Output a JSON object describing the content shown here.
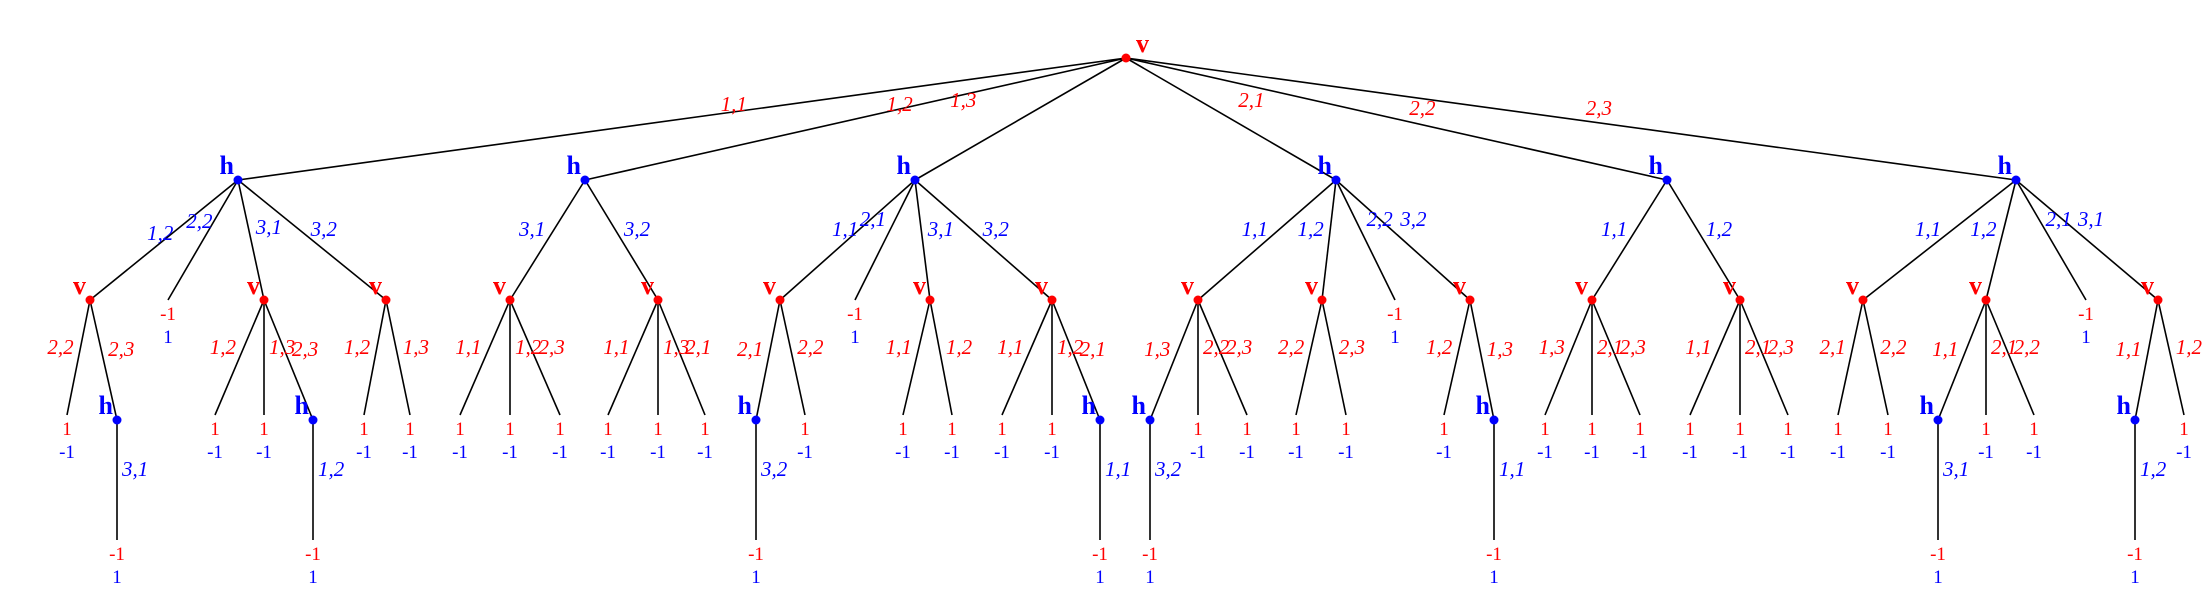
{
  "colors": {
    "v": "#ff0000",
    "h": "#0000ff",
    "edge": "#000000"
  },
  "nodes": [
    {
      "id": "root",
      "player": "v",
      "label": "v"
    },
    {
      "id": "A",
      "player": "h",
      "label": "h"
    },
    {
      "id": "A1",
      "player": "v",
      "label": "v"
    },
    {
      "id": "A1a",
      "pay": [
        "1",
        "-1"
      ]
    },
    {
      "id": "A1b",
      "player": "h",
      "label": "h"
    },
    {
      "id": "A1b1",
      "pay": [
        "-1",
        "1"
      ]
    },
    {
      "id": "A2",
      "pay": [
        "-1",
        "1"
      ]
    },
    {
      "id": "A3",
      "player": "v",
      "label": "v"
    },
    {
      "id": "A3a",
      "pay": [
        "1",
        "-1"
      ]
    },
    {
      "id": "A3b",
      "pay": [
        "1",
        "-1"
      ]
    },
    {
      "id": "A3c",
      "player": "h",
      "label": "h"
    },
    {
      "id": "A3c1",
      "pay": [
        "-1",
        "1"
      ]
    },
    {
      "id": "A4",
      "player": "v",
      "label": "v"
    },
    {
      "id": "A4a",
      "pay": [
        "1",
        "-1"
      ]
    },
    {
      "id": "A4b",
      "pay": [
        "1",
        "-1"
      ]
    },
    {
      "id": "B",
      "player": "h",
      "label": "h"
    },
    {
      "id": "B1",
      "player": "v",
      "label": "v"
    },
    {
      "id": "B1a",
      "pay": [
        "1",
        "-1"
      ]
    },
    {
      "id": "B1b",
      "pay": [
        "1",
        "-1"
      ]
    },
    {
      "id": "B1c",
      "pay": [
        "1",
        "-1"
      ]
    },
    {
      "id": "B2",
      "player": "v",
      "label": "v"
    },
    {
      "id": "B2a",
      "pay": [
        "1",
        "-1"
      ]
    },
    {
      "id": "B2b",
      "pay": [
        "1",
        "-1"
      ]
    },
    {
      "id": "B2c",
      "pay": [
        "1",
        "-1"
      ]
    },
    {
      "id": "C",
      "player": "h",
      "label": "h"
    },
    {
      "id": "C1",
      "player": "v",
      "label": "v"
    },
    {
      "id": "C1a",
      "player": "h",
      "label": "h"
    },
    {
      "id": "C1a1",
      "pay": [
        "-1",
        "1"
      ]
    },
    {
      "id": "C1b",
      "pay": [
        "1",
        "-1"
      ]
    },
    {
      "id": "C2",
      "pay": [
        "-1",
        "1"
      ]
    },
    {
      "id": "C3",
      "player": "v",
      "label": "v"
    },
    {
      "id": "C3a",
      "pay": [
        "1",
        "-1"
      ]
    },
    {
      "id": "C3b",
      "pay": [
        "1",
        "-1"
      ]
    },
    {
      "id": "C4",
      "player": "v",
      "label": "v"
    },
    {
      "id": "C4a",
      "pay": [
        "1",
        "-1"
      ]
    },
    {
      "id": "C4b",
      "pay": [
        "1",
        "-1"
      ]
    },
    {
      "id": "C4c",
      "player": "h",
      "label": "h"
    },
    {
      "id": "C4c1",
      "pay": [
        "-1",
        "1"
      ]
    },
    {
      "id": "D",
      "player": "h",
      "label": "h"
    },
    {
      "id": "D1",
      "player": "v",
      "label": "v"
    },
    {
      "id": "D1a",
      "player": "h",
      "label": "h"
    },
    {
      "id": "D1a1",
      "pay": [
        "-1",
        "1"
      ]
    },
    {
      "id": "D1b",
      "pay": [
        "1",
        "-1"
      ]
    },
    {
      "id": "D1c",
      "pay": [
        "1",
        "-1"
      ]
    },
    {
      "id": "D2",
      "player": "v",
      "label": "v"
    },
    {
      "id": "D2a",
      "pay": [
        "1",
        "-1"
      ]
    },
    {
      "id": "D2b",
      "pay": [
        "1",
        "-1"
      ]
    },
    {
      "id": "D3",
      "pay": [
        "-1",
        "1"
      ]
    },
    {
      "id": "D4",
      "player": "v",
      "label": "v"
    },
    {
      "id": "D4a",
      "pay": [
        "1",
        "-1"
      ]
    },
    {
      "id": "D4b",
      "player": "h",
      "label": "h"
    },
    {
      "id": "D4b1",
      "pay": [
        "-1",
        "1"
      ]
    },
    {
      "id": "E",
      "player": "h",
      "label": "h"
    },
    {
      "id": "E1",
      "player": "v",
      "label": "v"
    },
    {
      "id": "E1a",
      "pay": [
        "1",
        "-1"
      ]
    },
    {
      "id": "E1b",
      "pay": [
        "1",
        "-1"
      ]
    },
    {
      "id": "E1c",
      "pay": [
        "1",
        "-1"
      ]
    },
    {
      "id": "E2",
      "player": "v",
      "label": "v"
    },
    {
      "id": "E2a",
      "pay": [
        "1",
        "-1"
      ]
    },
    {
      "id": "E2b",
      "pay": [
        "1",
        "-1"
      ]
    },
    {
      "id": "E2c",
      "pay": [
        "1",
        "-1"
      ]
    },
    {
      "id": "F",
      "player": "h",
      "label": "h"
    },
    {
      "id": "F1",
      "player": "v",
      "label": "v"
    },
    {
      "id": "F1a",
      "pay": [
        "1",
        "-1"
      ]
    },
    {
      "id": "F1b",
      "pay": [
        "1",
        "-1"
      ]
    },
    {
      "id": "F2",
      "player": "v",
      "label": "v"
    },
    {
      "id": "F2a",
      "player": "h",
      "label": "h"
    },
    {
      "id": "F2a1",
      "pay": [
        "-1",
        "1"
      ]
    },
    {
      "id": "F2b",
      "pay": [
        "1",
        "-1"
      ]
    },
    {
      "id": "F2c",
      "pay": [
        "1",
        "-1"
      ]
    },
    {
      "id": "F3",
      "pay": [
        "-1",
        "1"
      ]
    },
    {
      "id": "F4",
      "player": "v",
      "label": "v"
    },
    {
      "id": "F4a",
      "player": "h",
      "label": "h"
    },
    {
      "id": "F4a1",
      "pay": [
        "-1",
        "1"
      ]
    },
    {
      "id": "F4b",
      "pay": [
        "1",
        "-1"
      ]
    }
  ],
  "edges": [
    {
      "from": "root",
      "to": "A",
      "label": "1,1",
      "color": "v"
    },
    {
      "from": "root",
      "to": "B",
      "label": "1,2",
      "color": "v"
    },
    {
      "from": "root",
      "to": "C",
      "label": "1,3",
      "color": "v"
    },
    {
      "from": "root",
      "to": "D",
      "label": "2,1",
      "color": "v"
    },
    {
      "from": "root",
      "to": "E",
      "label": "2,2",
      "color": "v"
    },
    {
      "from": "root",
      "to": "F",
      "label": "2,3",
      "color": "v"
    },
    {
      "from": "A",
      "to": "A1",
      "label": "1,2",
      "color": "h"
    },
    {
      "from": "A",
      "to": "A2",
      "label": "2,2",
      "color": "h"
    },
    {
      "from": "A",
      "to": "A3",
      "label": "3,1",
      "color": "h"
    },
    {
      "from": "A",
      "to": "A4",
      "label": "3,2",
      "color": "h"
    },
    {
      "from": "A1",
      "to": "A1a",
      "label": "2,2",
      "color": "v"
    },
    {
      "from": "A1",
      "to": "A1b",
      "label": "2,3",
      "color": "v"
    },
    {
      "from": "A1b",
      "to": "A1b1",
      "label": "3,1",
      "color": "h"
    },
    {
      "from": "A3",
      "to": "A3a",
      "label": "1,2",
      "color": "v"
    },
    {
      "from": "A3",
      "to": "A3b",
      "label": "1,3",
      "color": "v"
    },
    {
      "from": "A3",
      "to": "A3c",
      "label": "2,3",
      "color": "v"
    },
    {
      "from": "A3c",
      "to": "A3c1",
      "label": "1,2",
      "color": "h"
    },
    {
      "from": "A4",
      "to": "A4a",
      "label": "1,2",
      "color": "v"
    },
    {
      "from": "A4",
      "to": "A4b",
      "label": "1,3",
      "color": "v"
    },
    {
      "from": "B",
      "to": "B1",
      "label": "3,1",
      "color": "h"
    },
    {
      "from": "B",
      "to": "B2",
      "label": "3,2",
      "color": "h"
    },
    {
      "from": "B1",
      "to": "B1a",
      "label": "1,1",
      "color": "v"
    },
    {
      "from": "B1",
      "to": "B1b",
      "label": "1,2",
      "color": "v"
    },
    {
      "from": "B1",
      "to": "B1c",
      "label": "2,3",
      "color": "v"
    },
    {
      "from": "B2",
      "to": "B2a",
      "label": "1,1",
      "color": "v"
    },
    {
      "from": "B2",
      "to": "B2b",
      "label": "1,3",
      "color": "v"
    },
    {
      "from": "B2",
      "to": "B2c",
      "label": "2,1",
      "color": "v"
    },
    {
      "from": "C",
      "to": "C1",
      "label": "1,1",
      "color": "h"
    },
    {
      "from": "C",
      "to": "C2",
      "label": "2,1",
      "color": "h"
    },
    {
      "from": "C",
      "to": "C3",
      "label": "3,1",
      "color": "h"
    },
    {
      "from": "C",
      "to": "C4",
      "label": "3,2",
      "color": "h"
    },
    {
      "from": "C1",
      "to": "C1a",
      "label": "2,1",
      "color": "v"
    },
    {
      "from": "C1",
      "to": "C1b",
      "label": "2,2",
      "color": "v"
    },
    {
      "from": "C1a",
      "to": "C1a1",
      "label": "3,2",
      "color": "h"
    },
    {
      "from": "C3",
      "to": "C3a",
      "label": "1,1",
      "color": "v"
    },
    {
      "from": "C3",
      "to": "C3b",
      "label": "1,2",
      "color": "v"
    },
    {
      "from": "C4",
      "to": "C4a",
      "label": "1,1",
      "color": "v"
    },
    {
      "from": "C4",
      "to": "C4b",
      "label": "1,2",
      "color": "v"
    },
    {
      "from": "C4",
      "to": "C4c",
      "label": "2,1",
      "color": "v"
    },
    {
      "from": "C4c",
      "to": "C4c1",
      "label": "1,1",
      "color": "h"
    },
    {
      "from": "D",
      "to": "D1",
      "label": "1,1",
      "color": "h"
    },
    {
      "from": "D",
      "to": "D2",
      "label": "1,2",
      "color": "h"
    },
    {
      "from": "D",
      "to": "D3",
      "label": "2,2",
      "color": "h"
    },
    {
      "from": "D",
      "to": "D4",
      "label": "3,2",
      "color": "h"
    },
    {
      "from": "D1",
      "to": "D1a",
      "label": "1,3",
      "color": "v"
    },
    {
      "from": "D1",
      "to": "D1b",
      "label": "2,2",
      "color": "v"
    },
    {
      "from": "D1",
      "to": "D1c",
      "label": "2,3",
      "color": "v"
    },
    {
      "from": "D1a",
      "to": "D1a1",
      "label": "3,2",
      "color": "h"
    },
    {
      "from": "D2",
      "to": "D2a",
      "label": "2,2",
      "color": "v"
    },
    {
      "from": "D2",
      "to": "D2b",
      "label": "2,3",
      "color": "v"
    },
    {
      "from": "D4",
      "to": "D4a",
      "label": "1,2",
      "color": "v"
    },
    {
      "from": "D4",
      "to": "D4b",
      "label": "1,3",
      "color": "v"
    },
    {
      "from": "D4b",
      "to": "D4b1",
      "label": "1,1",
      "color": "h"
    },
    {
      "from": "E",
      "to": "E1",
      "label": "1,1",
      "color": "h"
    },
    {
      "from": "E",
      "to": "E2",
      "label": "1,2",
      "color": "h"
    },
    {
      "from": "E1",
      "to": "E1a",
      "label": "1,3",
      "color": "v"
    },
    {
      "from": "E1",
      "to": "E1b",
      "label": "2,1",
      "color": "v"
    },
    {
      "from": "E1",
      "to": "E1c",
      "label": "2,3",
      "color": "v"
    },
    {
      "from": "E2",
      "to": "E2a",
      "label": "1,1",
      "color": "v"
    },
    {
      "from": "E2",
      "to": "E2b",
      "label": "2,1",
      "color": "v"
    },
    {
      "from": "E2",
      "to": "E2c",
      "label": "2,3",
      "color": "v"
    },
    {
      "from": "F",
      "to": "F1",
      "label": "1,1",
      "color": "h"
    },
    {
      "from": "F",
      "to": "F2",
      "label": "1,2",
      "color": "h"
    },
    {
      "from": "F",
      "to": "F3",
      "label": "2,1",
      "color": "h"
    },
    {
      "from": "F",
      "to": "F4",
      "label": "3,1",
      "color": "h"
    },
    {
      "from": "F1",
      "to": "F1a",
      "label": "2,1",
      "color": "v"
    },
    {
      "from": "F1",
      "to": "F1b",
      "label": "2,2",
      "color": "v"
    },
    {
      "from": "F2",
      "to": "F2a",
      "label": "1,1",
      "color": "v"
    },
    {
      "from": "F2",
      "to": "F2b",
      "label": "2,1",
      "color": "v"
    },
    {
      "from": "F2",
      "to": "F2c",
      "label": "2,2",
      "color": "v"
    },
    {
      "from": "F2a",
      "to": "F2a1",
      "label": "3,1",
      "color": "h"
    },
    {
      "from": "F4",
      "to": "F4a",
      "label": "1,1",
      "color": "v"
    },
    {
      "from": "F4",
      "to": "F4b",
      "label": "1,2",
      "color": "v"
    },
    {
      "from": "F4a",
      "to": "F4a1",
      "label": "1,2",
      "color": "h"
    }
  ]
}
